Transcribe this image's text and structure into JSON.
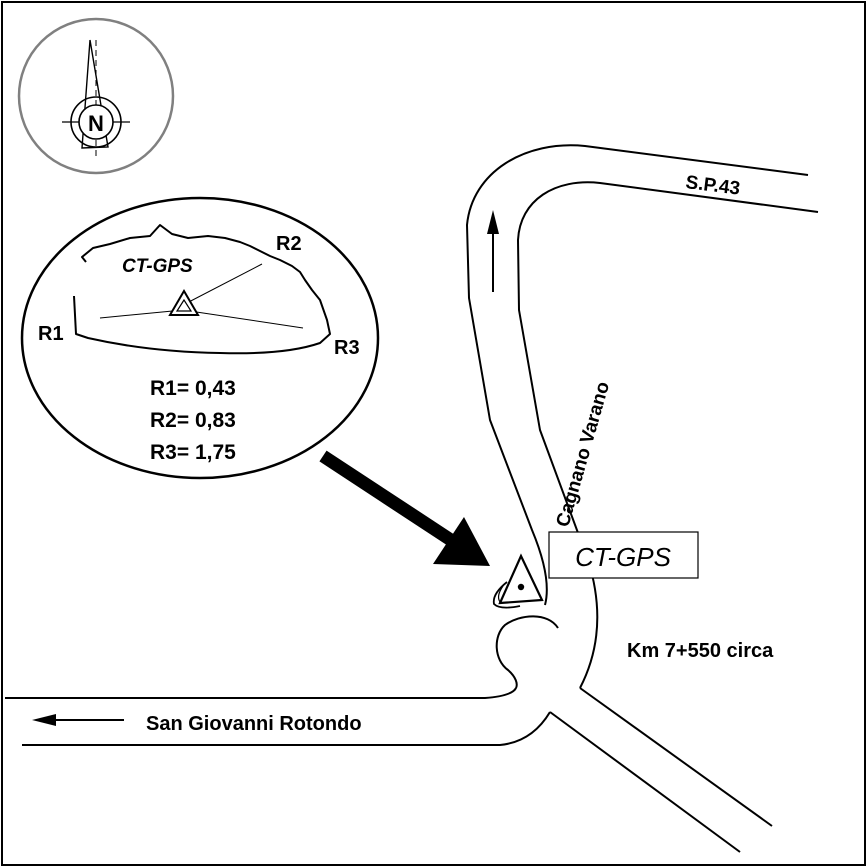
{
  "compass": {
    "letter": "N"
  },
  "inset": {
    "station_label": "CT-GPS",
    "references": [
      {
        "name": "R1",
        "value": "0,43"
      },
      {
        "name": "R2",
        "value": "0,83"
      },
      {
        "name": "R3",
        "value": "1,75"
      }
    ],
    "reference_lines": [
      {
        "name": "R1",
        "text": "R1= 0,43"
      },
      {
        "name": "R2",
        "text": "R2= 0,83"
      },
      {
        "name": "R3",
        "text": "R3= 1,75"
      }
    ]
  },
  "map": {
    "road_sp43": "S.P.43",
    "road_cagnano": "Cagnano Varano",
    "road_san_giovanni": "San Giovanni Rotondo",
    "station_label": "CT-GPS",
    "km_marker": "Km 7+550 circa"
  },
  "colors": {
    "ink": "#000000",
    "compass_ring": "#808080",
    "background": "#ffffff"
  }
}
